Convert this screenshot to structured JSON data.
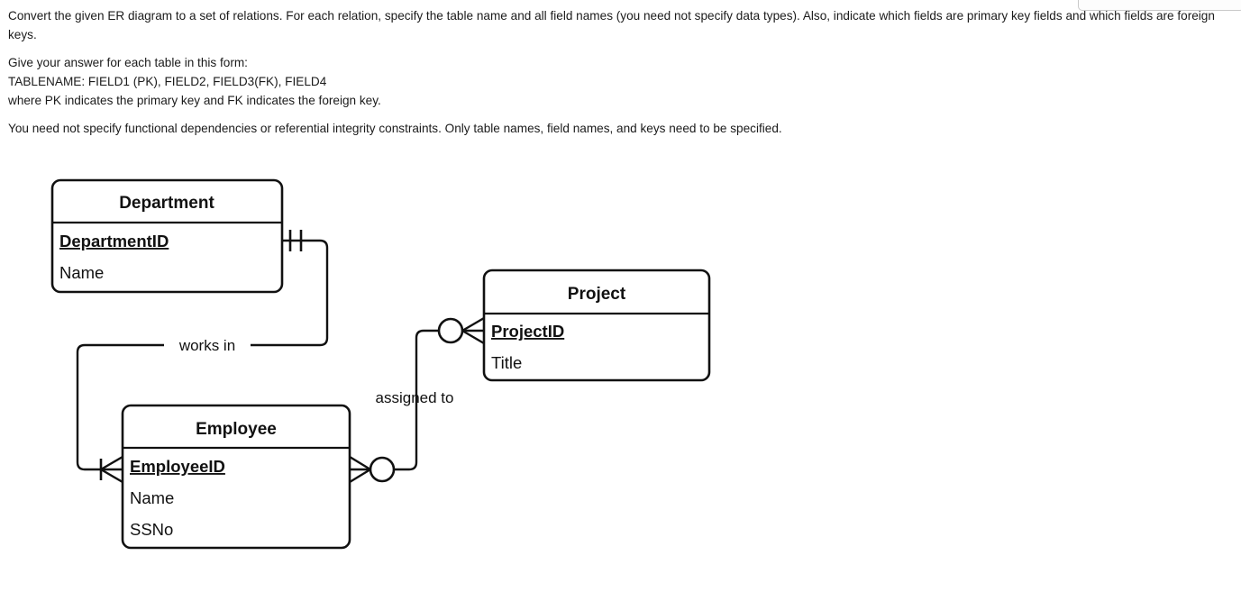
{
  "prompt": {
    "paragraph1": "Convert the given ER diagram to a set of relations. For each relation, specify the table name and all field names (you need not specify data types). Also, indicate which fields are primary key fields and which fields are foreign keys.",
    "paragraph2_line1": "Give your answer for each table in this form:",
    "paragraph2_line2": "TABLENAME: FIELD1 (PK), FIELD2, FIELD3(FK), FIELD4",
    "paragraph2_line3": "where PK indicates the primary key and FK indicates the foreign key.",
    "paragraph3": "You need not specify functional dependencies or referential integrity constraints. Only table names, field names, and keys need to be specified."
  },
  "diagram": {
    "type": "er-crows-foot",
    "stroke_color": "#111111",
    "fill_color": "#ffffff",
    "entities": [
      {
        "id": "department",
        "title": "Department",
        "attributes": [
          {
            "name": "DepartmentID",
            "key": "PK"
          },
          {
            "name": "Name",
            "key": ""
          }
        ]
      },
      {
        "id": "project",
        "title": "Project",
        "attributes": [
          {
            "name": "ProjectID",
            "key": "PK"
          },
          {
            "name": "Title",
            "key": ""
          }
        ]
      },
      {
        "id": "employee",
        "title": "Employee",
        "attributes": [
          {
            "name": "EmployeeID",
            "key": "PK"
          },
          {
            "name": "Name",
            "key": ""
          },
          {
            "name": "SSNo",
            "key": ""
          }
        ]
      }
    ],
    "relationships": [
      {
        "id": "works-in",
        "label": "works in",
        "from": "department",
        "to": "employee",
        "from_cardinality": "one-and-only-one",
        "to_cardinality": "one-to-many"
      },
      {
        "id": "assigned-to",
        "label": "assigned to",
        "from": "project",
        "to": "employee",
        "from_cardinality": "zero-or-many",
        "to_cardinality": "zero-or-many"
      }
    ]
  }
}
